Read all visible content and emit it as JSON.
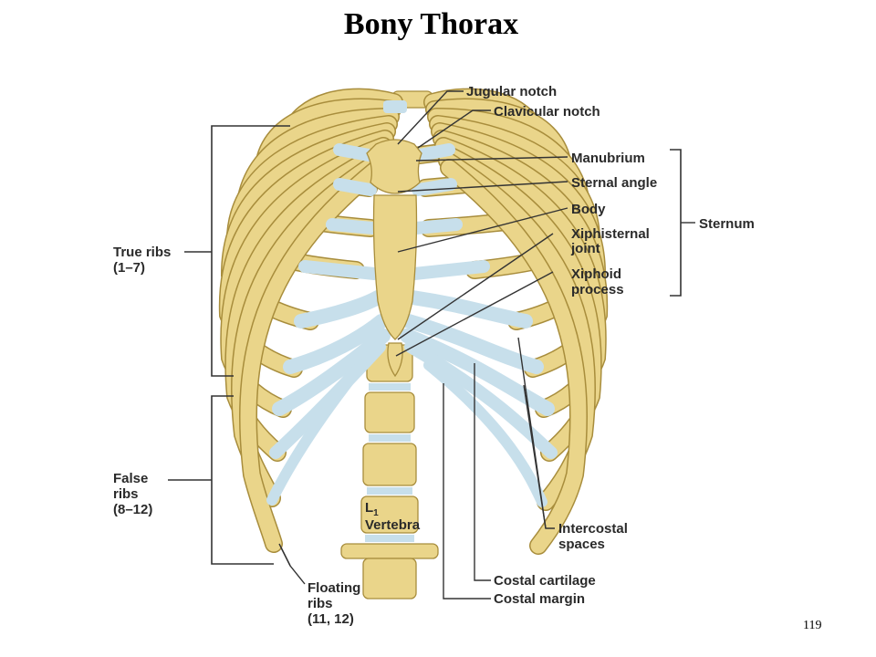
{
  "title": "Bony Thorax",
  "page_number": "119",
  "colors": {
    "bone": "#ead58a",
    "bone_outline": "#a88d3c",
    "cartilage": "#c7dfeb",
    "leader": "#333333",
    "text": "#2a2a2a"
  },
  "labels": {
    "jugular_notch": "Jugular notch",
    "clavicular_notch": "Clavicular notch",
    "manubrium": "Manubrium",
    "sternal_angle": "Sternal angle",
    "body": "Body",
    "xiphisternal_joint": [
      "Xiphisternal",
      "joint"
    ],
    "xiphoid_process": [
      "Xiphoid",
      "process"
    ],
    "sternum": "Sternum",
    "true_ribs": [
      "True ribs",
      "(1–7)"
    ],
    "false_ribs": [
      "False",
      "ribs",
      "(8–12)"
    ],
    "floating_ribs": [
      "Floating",
      "ribs",
      "(11, 12)"
    ],
    "vertebra_prefix": "L",
    "vertebra_sub": "1",
    "vertebra": "Vertebra",
    "intercostal_spaces": [
      "Intercostal",
      "spaces"
    ],
    "costal_cartilage": "Costal cartilage",
    "costal_margin": "Costal margin"
  }
}
